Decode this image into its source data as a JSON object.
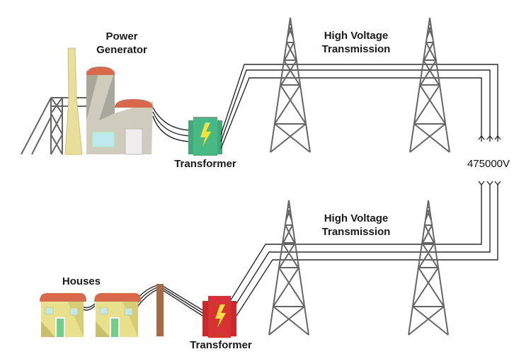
{
  "labels": {
    "power_generator": [
      "Power",
      "Generator"
    ],
    "top_transformer": "Transformer",
    "top_transmission": [
      "High Voltage",
      "Transmission"
    ],
    "voltage": "475000V",
    "bottom_transmission": [
      "High Voltage",
      "Transmission"
    ],
    "houses": "Houses",
    "bottom_transformer": "Transformer"
  },
  "colors": {
    "step_up_transformer": "#3faa78",
    "step_down_transformer": "#cc2a2a",
    "bolt": "#f5e23a",
    "roof": "#d9694a",
    "house_wall": "#e9e08c",
    "door": "#6fd08a",
    "pole": "#a86a40"
  }
}
